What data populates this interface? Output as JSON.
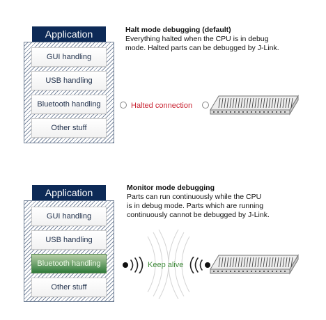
{
  "halt": {
    "app_title": "Application",
    "modules": [
      "GUI handling",
      "USB handling",
      "Bluetooth handling",
      "Other stuff"
    ],
    "heading": "Halt mode debugging (default)",
    "description_lines": [
      "Everything halted when the CPU is in debug",
      "mode. Halted parts can be debugged by J-Link."
    ],
    "connection_label": "Halted connection"
  },
  "monitor": {
    "app_title": "Application",
    "modules": [
      "GUI handling",
      "USB handling",
      "Bluetooth handling",
      "Other stuff"
    ],
    "active_module": "Bluetooth handling",
    "heading": "Monitor mode debugging",
    "description_lines": [
      "Parts can run continuously while the CPU",
      "is in debug mode. Parts which are running",
      "continuously cannot be debugged by J-Link."
    ],
    "connection_label": "Keep alive"
  },
  "colors": {
    "app_header": "#0d2a57",
    "halted_label": "#c8202f",
    "keep_alive_label": "#3f8a3a",
    "active_module": "#2f7a3a"
  }
}
